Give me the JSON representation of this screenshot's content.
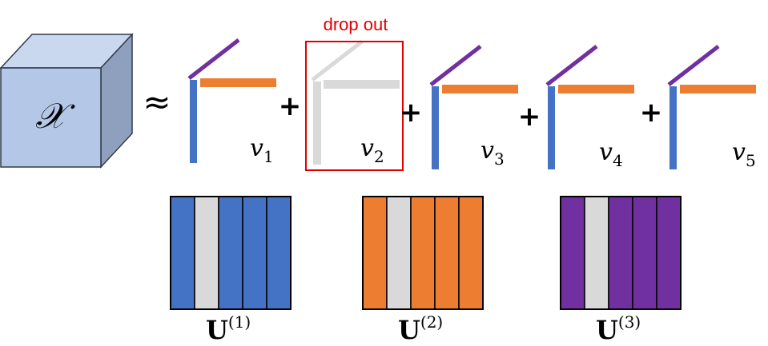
{
  "tensor": {
    "symbol": "𝒳",
    "relation": "≈"
  },
  "dropout_label": "drop out",
  "plus": "+",
  "components": [
    {
      "v": "v",
      "sub": "1",
      "dropped": false
    },
    {
      "v": "v",
      "sub": "2",
      "dropped": true
    },
    {
      "v": "v",
      "sub": "3",
      "dropped": false
    },
    {
      "v": "v",
      "sub": "4",
      "dropped": false
    },
    {
      "v": "v",
      "sub": "5",
      "dropped": false
    }
  ],
  "factor_matrices": [
    {
      "label": "U",
      "sup": "(1)",
      "color": "#4472c4",
      "dropped_column": 2,
      "columns": 5
    },
    {
      "label": "U",
      "sup": "(2)",
      "color": "#ed7d31",
      "dropped_column": 2,
      "columns": 5
    },
    {
      "label": "U",
      "sup": "(3)",
      "color": "#7030a0",
      "dropped_column": 2,
      "columns": 5
    }
  ],
  "colors": {
    "mode1": "#4472c4",
    "mode2": "#ed7d31",
    "mode3": "#7030a0",
    "dropped": "#d9d9d9",
    "dropout_box": "#e00000",
    "cube_front": "#b4c7e7",
    "cube_top": "#c9d7ef",
    "cube_side": "#8ea0be"
  }
}
